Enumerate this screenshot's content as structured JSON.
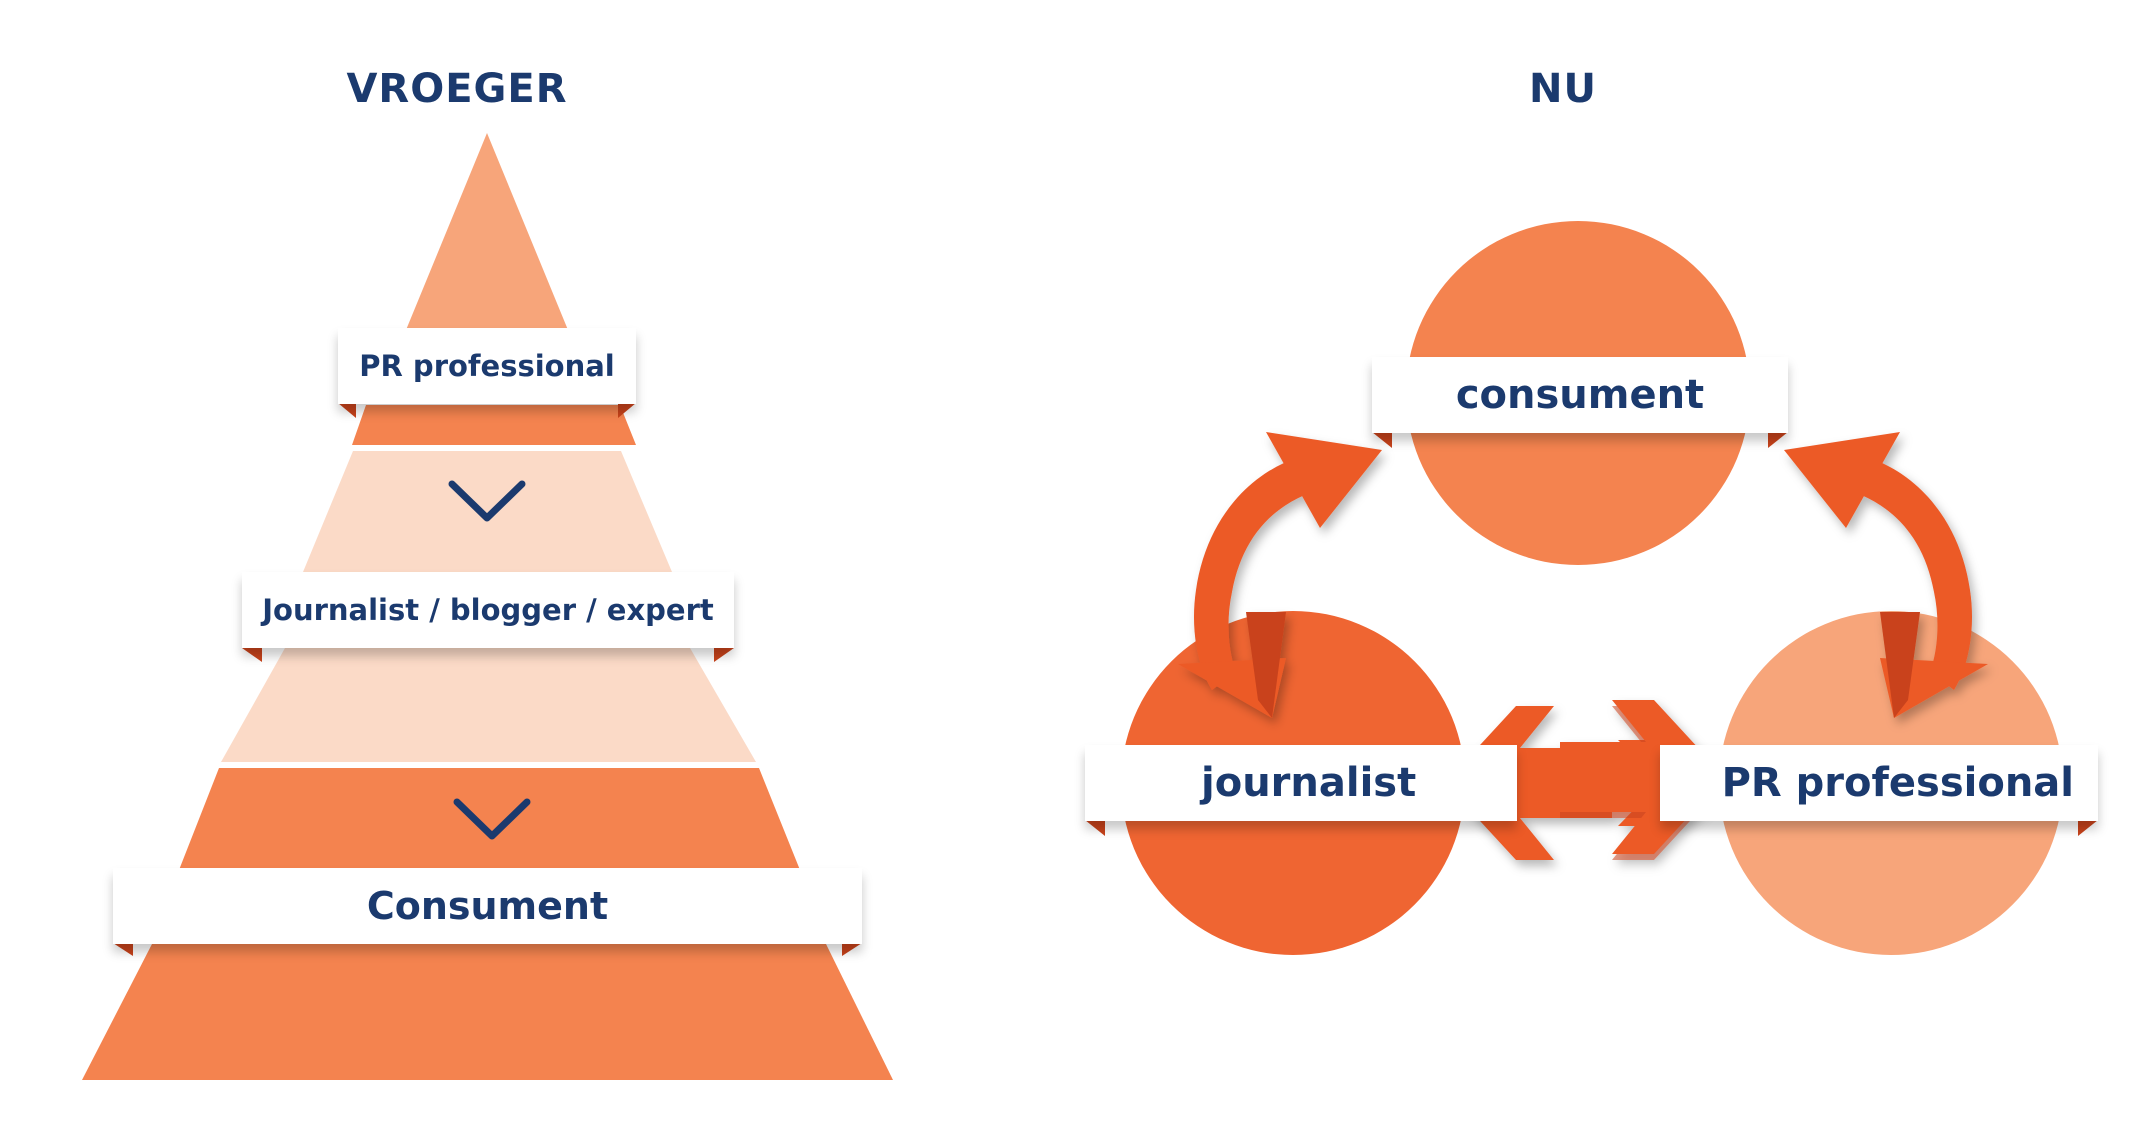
{
  "left_panel": {
    "title": "VROEGER",
    "levels": [
      {
        "label": "PR professional"
      },
      {
        "label": "Journalist / blogger / expert"
      },
      {
        "label": "Consument"
      }
    ],
    "arrow_icon": "chevron-down-icon"
  },
  "right_panel": {
    "title": "NU",
    "nodes": [
      {
        "label": "consument"
      },
      {
        "label": "journalist"
      },
      {
        "label": "PR professional"
      }
    ],
    "arrow_icon": "curved-double-arrow-icon"
  },
  "colors": {
    "navy": "#1b3a6e",
    "orange_dark": "#ef6532",
    "orange_mid": "#f4834f",
    "orange_light": "#f7a57a",
    "peach": "#fbdac7",
    "arrow": "#ec5a28",
    "arrow_shade": "#c9431b"
  }
}
